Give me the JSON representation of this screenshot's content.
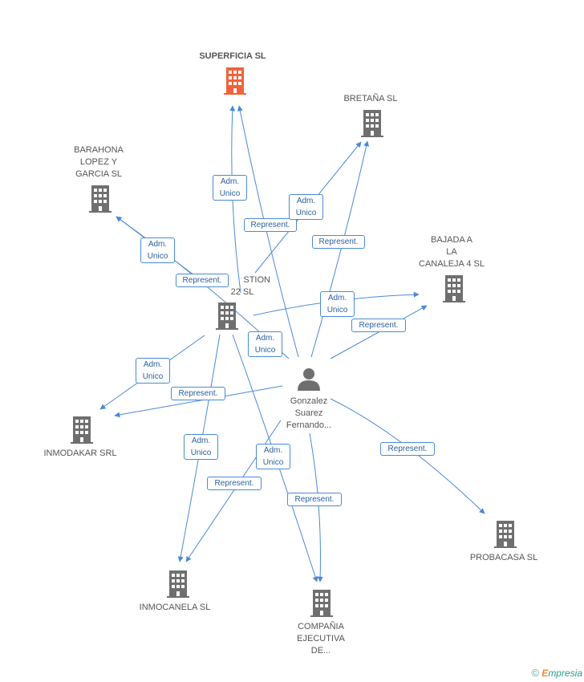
{
  "colors": {
    "edge": "#4a8ad6",
    "company": "#6f6f6f",
    "highlight": "#f0623a",
    "person": "#6f6f6f"
  },
  "nodes": [
    {
      "id": "superficia",
      "label": [
        "SUPERFICIA SL"
      ],
      "type": "company",
      "highlight": true
    },
    {
      "id": "bretana",
      "label": [
        "BRETAÑA SL"
      ],
      "type": "company"
    },
    {
      "id": "barahona",
      "label": [
        "BARAHONA",
        "LOPEZ Y",
        "GARCIA SL"
      ],
      "type": "company"
    },
    {
      "id": "bajada",
      "label": [
        "BAJADA A",
        "LA",
        "CANALEJA 4 SL"
      ],
      "type": "company"
    },
    {
      "id": "gestion",
      "label": [
        "STION",
        "22 SL"
      ],
      "type": "company"
    },
    {
      "id": "person",
      "label": [
        "Gonzalez",
        "Suarez",
        "Fernando..."
      ],
      "type": "person"
    },
    {
      "id": "inmodakar",
      "label": [
        "INMODAKAR SRL"
      ],
      "type": "company"
    },
    {
      "id": "probacasa",
      "label": [
        "PROBACASA SL"
      ],
      "type": "company"
    },
    {
      "id": "inmocanela",
      "label": [
        "INMOCANELA SL"
      ],
      "type": "company"
    },
    {
      "id": "compania",
      "label": [
        "COMPAÑIA",
        "EJECUTIVA",
        "DE..."
      ],
      "type": "company"
    }
  ],
  "edge_labels": [
    {
      "id": "e1",
      "lines": [
        "Adm.",
        "Unico"
      ]
    },
    {
      "id": "e2",
      "lines": [
        "Represent."
      ]
    },
    {
      "id": "e3",
      "lines": [
        "Adm.",
        "Unico"
      ]
    },
    {
      "id": "e4",
      "lines": [
        "Represent."
      ]
    },
    {
      "id": "e5",
      "lines": [
        "Adm.",
        "Unico"
      ]
    },
    {
      "id": "e6",
      "lines": [
        "Represent."
      ]
    },
    {
      "id": "e7",
      "lines": [
        "Adm.",
        "Unico"
      ]
    },
    {
      "id": "e8",
      "lines": [
        "Represent."
      ]
    },
    {
      "id": "e9",
      "lines": [
        "Adm.",
        "Unico"
      ]
    },
    {
      "id": "e10",
      "lines": [
        "Adm.",
        "Unico"
      ]
    },
    {
      "id": "e11",
      "lines": [
        "Represent."
      ]
    },
    {
      "id": "e12",
      "lines": [
        "Adm.",
        "Unico"
      ]
    },
    {
      "id": "e13",
      "lines": [
        "Adm.",
        "Unico"
      ]
    },
    {
      "id": "e14",
      "lines": [
        "Represent."
      ]
    },
    {
      "id": "e15",
      "lines": [
        "Represent."
      ]
    },
    {
      "id": "e16",
      "lines": [
        "Represent."
      ]
    }
  ],
  "footer": {
    "copyright": "©",
    "brand_initial": "E",
    "brand_rest": "mpresia"
  }
}
